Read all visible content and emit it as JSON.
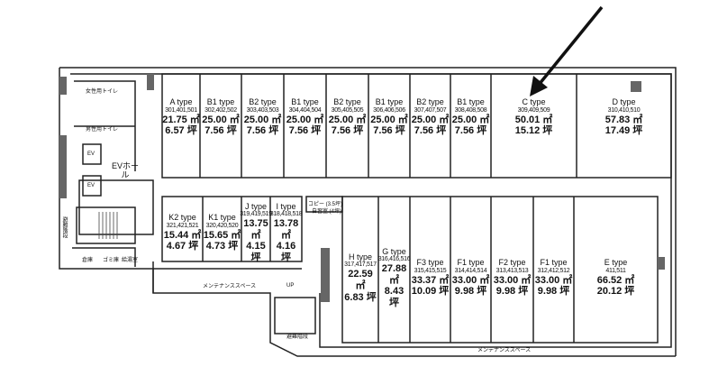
{
  "top_units": [
    {
      "type": "A type",
      "nums": "301,401,501",
      "m2": "21.75 ㎡",
      "tsubo": "6.57 坪"
    },
    {
      "type": "B1 type",
      "nums": "302,402,502",
      "m2": "25.00 ㎡",
      "tsubo": "7.56 坪"
    },
    {
      "type": "B2 type",
      "nums": "303,403,503",
      "m2": "25.00 ㎡",
      "tsubo": "7.56 坪"
    },
    {
      "type": "B1 type",
      "nums": "304,404,504",
      "m2": "25.00 ㎡",
      "tsubo": "7.56 坪"
    },
    {
      "type": "B2 type",
      "nums": "305,405,505",
      "m2": "25.00 ㎡",
      "tsubo": "7.56 坪"
    },
    {
      "type": "B1 type",
      "nums": "306,406,506",
      "m2": "25.00 ㎡",
      "tsubo": "7.56 坪"
    },
    {
      "type": "B2 type",
      "nums": "307,407,507",
      "m2": "25.00 ㎡",
      "tsubo": "7.56 坪"
    },
    {
      "type": "B1 type",
      "nums": "308,408,508",
      "m2": "25.00 ㎡",
      "tsubo": "7.56 坪"
    },
    {
      "type": "C type",
      "nums": "309,409,509",
      "m2": "50.01 ㎡",
      "tsubo": "15.12 坪"
    },
    {
      "type": "D type",
      "nums": "310,410,510",
      "m2": "57.83 ㎡",
      "tsubo": "17.49 坪"
    }
  ],
  "bottom_units": [
    {
      "type": "K2 type",
      "nums": "321,421,521",
      "m2": "15.44 ㎡",
      "tsubo": "4.67 坪"
    },
    {
      "type": "K1 type",
      "nums": "320,420,520",
      "m2": "15.65 ㎡",
      "tsubo": "4.73 坪"
    },
    {
      "type": "J type",
      "nums": "319,419,519",
      "m2": "13.75 ㎡",
      "tsubo": "4.15 坪"
    },
    {
      "type": "I type",
      "nums": "318,418,518",
      "m2": "13.78 ㎡",
      "tsubo": "4.16 坪"
    },
    {
      "type": "H type",
      "nums": "317,417,517",
      "m2": "22.59 ㎡",
      "tsubo": "6.83 坪"
    },
    {
      "type": "G type",
      "nums": "316,416,516",
      "m2": "27.88 ㎡",
      "tsubo": "8.43 坪"
    },
    {
      "type": "F3 type",
      "nums": "315,415,515",
      "m2": "33.37 ㎡",
      "tsubo": "10.09 坪"
    },
    {
      "type": "F1 type",
      "nums": "314,414,514",
      "m2": "33.00 ㎡",
      "tsubo": "9.98 坪"
    },
    {
      "type": "F2 type",
      "nums": "313,413,513",
      "m2": "33.00 ㎡",
      "tsubo": "9.98 坪"
    },
    {
      "type": "F1 type",
      "nums": "312,412,512",
      "m2": "33.00 ㎡",
      "tsubo": "9.98 坪"
    },
    {
      "type": "E type",
      "nums": "411,511",
      "m2": "66.52 ㎡",
      "tsubo": "20.12 坪"
    }
  ],
  "core": {
    "womens_toilet": "女性用トイレ",
    "mens_toilet": "男性用トイレ",
    "ev1": "EV",
    "ev2": "EV",
    "ev_hall": "EVホール",
    "emergency_stairs": "避難階段",
    "storage": "倉庫",
    "garbage": "ゴミ庫",
    "kitchenette": "給湯室",
    "copy_room": "コピー (3.5坪)",
    "study_room": "自習室 (4坪)",
    "ups": "UP",
    "maintenance_1": "メンテナンススペース",
    "maintenance_2": "メンテナンススペース",
    "stairs_2": "避難階段"
  }
}
